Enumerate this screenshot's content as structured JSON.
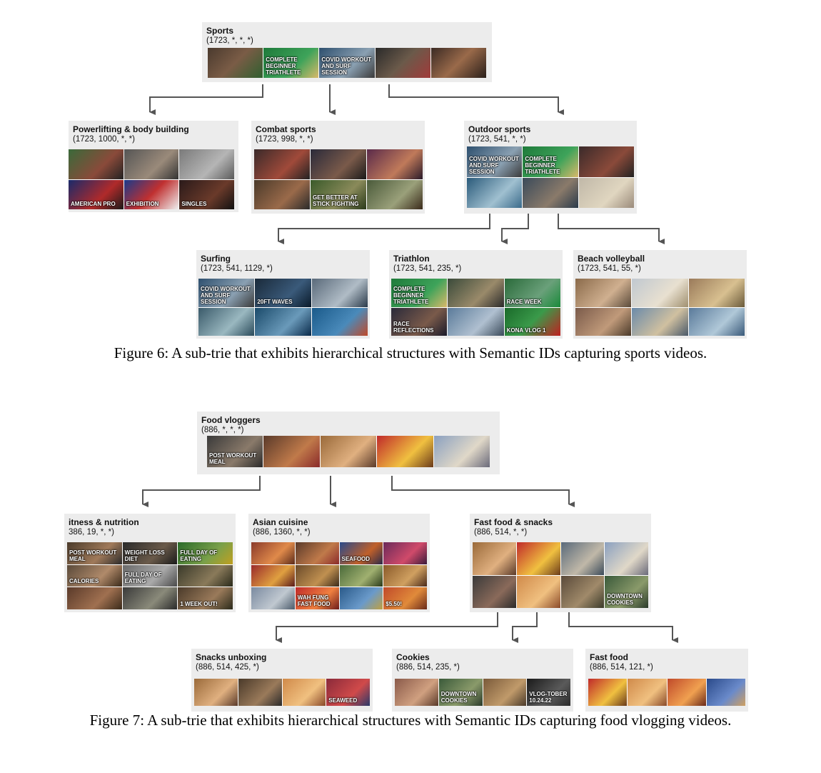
{
  "figure6": {
    "caption": "Figure 6: A sub-trie that exhibits hierarchical structures with Semantic IDs capturing sports videos.",
    "root": {
      "title": "Sports",
      "sid": "(1723, *, *, *)"
    },
    "level1": [
      {
        "title": "Powerlifting & body building",
        "sid": "(1723, 1000, *, *)",
        "thumb_texts": [
          "",
          "",
          "",
          "American Pro",
          "Exhibition",
          "Singles"
        ]
      },
      {
        "title": "Combat sports",
        "sid": "(1723, 998, *, *)",
        "thumb_texts": [
          "",
          "",
          "",
          "",
          "Get better at stick fighting",
          ""
        ]
      },
      {
        "title": "Outdoor sports",
        "sid": "(1723, 541, *, *)",
        "thumb_texts": [
          "Covid workout and surf session",
          "Complete beginner triathlete",
          "",
          "",
          "",
          ""
        ]
      }
    ],
    "level2": [
      {
        "title": "Surfing",
        "sid": "(1723, 541, 1129, *)",
        "thumb_texts": [
          "Covid workout and surf session",
          "20ft waves",
          "",
          "",
          "",
          ""
        ]
      },
      {
        "title": "Triathlon",
        "sid": "(1723, 541, 235, *)",
        "thumb_texts": [
          "Complete beginner triathlete",
          "",
          "Race week",
          "Race reflections",
          "",
          "Kona vlog 1"
        ]
      },
      {
        "title": "Beach volleyball",
        "sid": "(1723, 541, 55, *)",
        "thumb_texts": [
          "",
          "",
          "",
          "",
          "",
          ""
        ]
      }
    ],
    "root_thumb_texts": [
      "",
      "Complete beginner triathlete",
      "Covid workout and surf session",
      "",
      ""
    ]
  },
  "figure7": {
    "caption": "Figure 7: A sub-trie that exhibits hierarchical structures with Semantic IDs capturing food vlogging videos.",
    "root": {
      "title": "Food vloggers",
      "sid": "(886, *, *, *)"
    },
    "level1": [
      {
        "title": "itness & nutrition",
        "sid": "386, 19, *, *)",
        "thumb_texts": [
          "Post workout meal",
          "Weight loss diet",
          "",
          "Full day of eating",
          "Calories",
          "Full day of eating",
          "",
          "1 week out!"
        ]
      },
      {
        "title": "Asian cuisine",
        "sid": "(886, 1360, *, *)",
        "thumb_texts": [
          "",
          "",
          "Seafood",
          "",
          "",
          "",
          "Wah Fung fast food",
          "$5.50!"
        ]
      },
      {
        "title": "Fast food & snacks",
        "sid": "(886, 514, *, *)",
        "thumb_texts": [
          "",
          "",
          "",
          "",
          "",
          "",
          "",
          "Downtown cookies"
        ]
      }
    ],
    "level2": [
      {
        "title": "Snacks unboxing",
        "sid": "(886, 514, 425, *)",
        "thumb_texts": [
          "",
          "",
          "",
          "Seaweed"
        ]
      },
      {
        "title": "Cookies",
        "sid": "(886, 514, 235, *)",
        "thumb_texts": [
          "",
          "Downtown cookies",
          "",
          "Vlog-tober 10.24.22"
        ]
      },
      {
        "title": "Fast food",
        "sid": "(886, 514, 121, *)",
        "thumb_texts": [
          "",
          "",
          "",
          ""
        ]
      }
    ],
    "root_thumb_texts": [
      "Post workout meal",
      "",
      "",
      "",
      ""
    ]
  },
  "colors": {
    "node_bg": "#ececec",
    "arrow": "#555555"
  }
}
